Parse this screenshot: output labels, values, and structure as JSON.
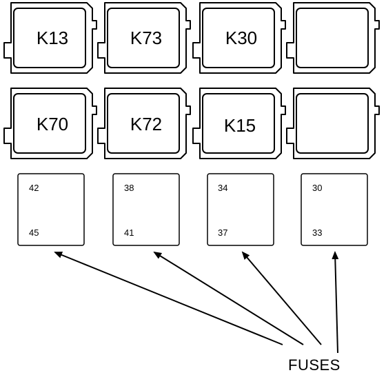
{
  "relays": {
    "row1": [
      {
        "label": "K13"
      },
      {
        "label": "K73"
      },
      {
        "label": "K30"
      },
      {
        "label": ""
      }
    ],
    "row2": [
      {
        "label": "K70"
      },
      {
        "label": "K72"
      },
      {
        "label": "K15"
      },
      {
        "label": ""
      }
    ]
  },
  "fuses": [
    {
      "top": "42",
      "bottom": "45"
    },
    {
      "top": "38",
      "bottom": "41"
    },
    {
      "top": "34",
      "bottom": "37"
    },
    {
      "top": "30",
      "bottom": "33"
    }
  ],
  "fuses_label": "FUSES"
}
